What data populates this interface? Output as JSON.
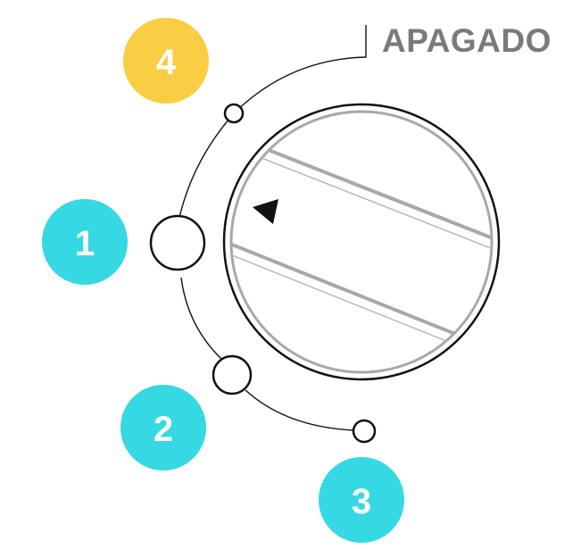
{
  "off_label": "APAGADO",
  "positions": [
    {
      "id": "position-1",
      "number": "1",
      "color": "#35d8e3"
    },
    {
      "id": "position-2",
      "number": "2",
      "color": "#35d8e3"
    },
    {
      "id": "position-3",
      "number": "3",
      "color": "#35d8e3"
    },
    {
      "id": "position-4",
      "number": "4",
      "color": "#f9ce43"
    }
  ],
  "colors": {
    "line": "#111111",
    "dial_stripe": "#a8a8a8",
    "off_text": "#7a7a7a"
  },
  "icons": {
    "dial": "rotary-dial-icon",
    "pointer": "triangle-pointer-icon"
  }
}
